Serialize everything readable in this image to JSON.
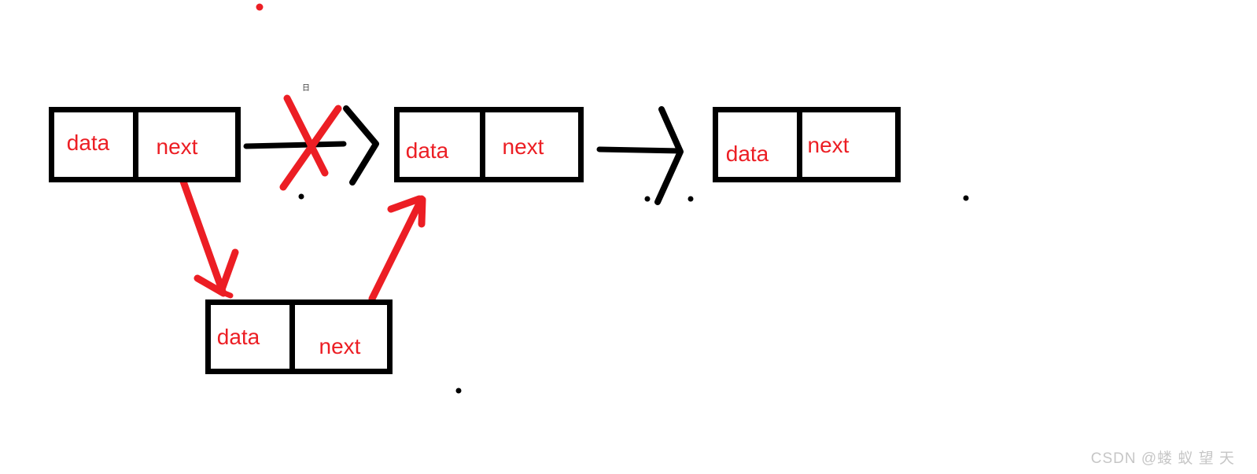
{
  "diagram": {
    "kind": "linked-list-insertion-sketch",
    "background": "#ffffff"
  },
  "colors": {
    "ink_black": "#000000",
    "ink_red": "#ec1e24",
    "watermark_gray": "#c6c6c6"
  },
  "nodes": [
    {
      "id": "node-1",
      "data_label": "data",
      "next_label": "next"
    },
    {
      "id": "node-2",
      "data_label": "data",
      "next_label": "next"
    },
    {
      "id": "node-3",
      "data_label": "data",
      "next_label": "next"
    },
    {
      "id": "node-new",
      "data_label": "data",
      "next_label": "next"
    }
  ],
  "annotations": {
    "tofu_glyph": "日"
  },
  "watermark": {
    "text": "CSDN @蝼 蚁 望 天"
  }
}
